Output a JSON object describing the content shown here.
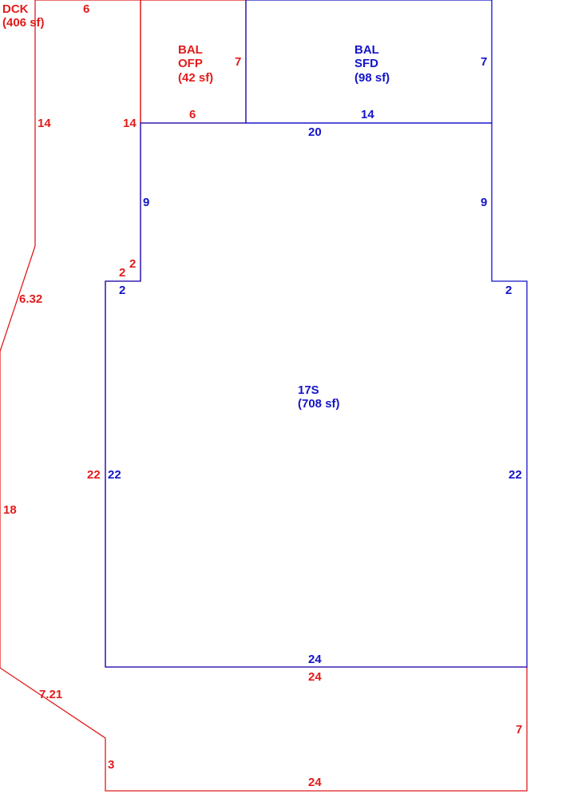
{
  "colors": {
    "red": "#e21b1b",
    "blue": "#1414c8"
  },
  "areas": {
    "deck": {
      "code": "DCK",
      "area": "(406 sf)"
    },
    "bal_ofp": {
      "line1": "BAL",
      "line2": "OFP",
      "area": "(42 sf)"
    },
    "bal_sfd": {
      "line1": "BAL",
      "line2": "SFD",
      "area": "(98 sf)"
    },
    "main": {
      "code": "17S",
      "area": "(708 sf)"
    }
  },
  "dimensions": {
    "deck_top": "6",
    "deck_left_upper": "14",
    "deck_right_upper": "14",
    "deck_diag_upper": "6.32",
    "deck_left": "18",
    "deck_diag_lower": "7.21",
    "deck_step": "3",
    "deck_bottom": "24",
    "deck_right": "7",
    "deck_inner_top": "24",
    "deck_inner_left": "22",
    "deck_notch_w": "2",
    "deck_notch_h": "2",
    "ofp_right": "7",
    "ofp_bottom": "6",
    "sfd_right": "7",
    "sfd_bottom": "14",
    "main_top": "20",
    "main_left_upper": "9",
    "main_right_upper": "9",
    "main_notch_left": "2",
    "main_notch_right": "2",
    "main_left": "22",
    "main_right": "22",
    "main_bottom": "24"
  }
}
